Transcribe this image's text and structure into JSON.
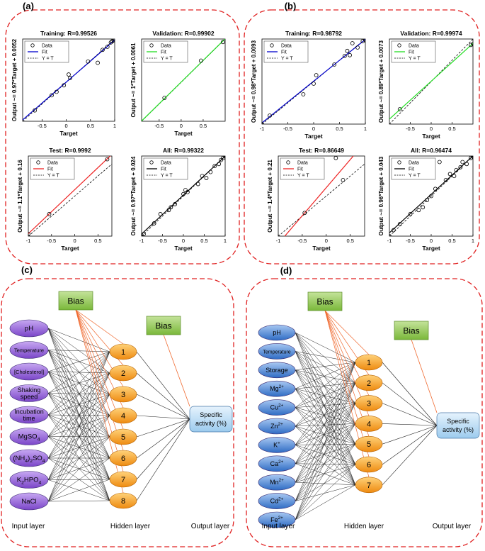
{
  "panel_labels": [
    "(a)",
    "(b)",
    "(c)",
    "(d)"
  ],
  "colors": {
    "dash_border": "#e02020",
    "train_fit": "#0000cc",
    "val_fit": "#22dd22",
    "test_fit": "#ee2222",
    "all_fit": "#000000",
    "input_node": "#8f5fd6",
    "input_node_d": "#4f86d8",
    "hidden_node": "#f39a1c",
    "bias_box": "#8cc63f",
    "output_box": "#a9d3f2",
    "bias_edge": "#f06a30"
  },
  "axis": {
    "xlabel": "Target"
  },
  "legend": {
    "data": "Data",
    "fit": "Fit",
    "yt": "Y = T"
  },
  "chart_data": [
    {
      "type": "scatter",
      "panel": "(a)",
      "title": "Training: R=0.99526",
      "ylabel": "Output ~= 0.97*Target + 0.0052",
      "fit": "train",
      "xlim": [
        -0.9,
        1.0
      ],
      "ylim": [
        -0.9,
        1.0
      ],
      "xticks": [
        -0.5,
        0,
        0.5,
        1
      ],
      "yticks": [],
      "slope": 0.97,
      "intercept": 0.0052,
      "points": [
        [
          -0.65,
          -0.65
        ],
        [
          -0.3,
          -0.3
        ],
        [
          -0.2,
          -0.22
        ],
        [
          -0.05,
          -0.07
        ],
        [
          0.05,
          0.18
        ],
        [
          0.08,
          0.1
        ],
        [
          0.45,
          0.48
        ],
        [
          0.65,
          0.45
        ],
        [
          0.75,
          0.75
        ],
        [
          0.85,
          0.82
        ],
        [
          0.92,
          0.92
        ],
        [
          0.95,
          0.95
        ],
        [
          0.98,
          0.97
        ],
        [
          1.0,
          1.0
        ]
      ]
    },
    {
      "type": "scatter",
      "panel": "(a)",
      "title": "Validation: R=0.99902",
      "ylabel": "Output ~= 1*Target + 0.0061",
      "fit": "val",
      "xlim": [
        -0.9,
        1.0
      ],
      "ylim": [
        -0.9,
        1.0
      ],
      "xticks": [
        -0.5,
        0,
        0.5
      ],
      "yticks": [],
      "slope": 1,
      "intercept": 0.0061,
      "points": [
        [
          -0.38,
          -0.36
        ],
        [
          0.45,
          0.5
        ],
        [
          0.95,
          0.93
        ]
      ]
    },
    {
      "type": "scatter",
      "panel": "(a)",
      "title": "Test: R=0.9992",
      "ylabel": "Output ~= 1.1*Target + 0.16",
      "fit": "test",
      "xlim": [
        -1.0,
        0.8
      ],
      "ylim": [
        -1.0,
        1.0
      ],
      "xticks": [
        -1,
        -0.5,
        0,
        0.5
      ],
      "yticks": [],
      "slope": 1.1,
      "intercept": 0.16,
      "points": [
        [
          -1.0,
          -0.95
        ],
        [
          -0.55,
          -0.45
        ],
        [
          0.7,
          0.92
        ]
      ]
    },
    {
      "type": "scatter",
      "panel": "(a)",
      "title": "All: R=0.99322",
      "ylabel": "Output ~= 0.97*Target + 0.024",
      "fit": "all",
      "xlim": [
        -1.0,
        1.0
      ],
      "ylim": [
        -1.0,
        1.0
      ],
      "xticks": [
        -1,
        -0.5,
        0,
        0.5,
        1
      ],
      "yticks": [],
      "slope": 0.97,
      "intercept": 0.024,
      "points": [
        [
          -1.0,
          -0.98
        ],
        [
          -0.95,
          -0.95
        ],
        [
          -0.7,
          -0.68
        ],
        [
          -0.55,
          -0.45
        ],
        [
          -0.35,
          -0.35
        ],
        [
          -0.3,
          -0.28
        ],
        [
          -0.2,
          -0.2
        ],
        [
          0.0,
          0.05
        ],
        [
          0.05,
          0.15
        ],
        [
          0.1,
          0.1
        ],
        [
          0.35,
          0.3
        ],
        [
          0.45,
          0.5
        ],
        [
          0.55,
          0.45
        ],
        [
          0.65,
          0.6
        ],
        [
          0.75,
          0.75
        ],
        [
          0.85,
          0.8
        ],
        [
          0.9,
          0.9
        ],
        [
          0.95,
          0.95
        ],
        [
          1.0,
          1.0
        ]
      ]
    },
    {
      "type": "scatter",
      "panel": "(b)",
      "title": "Training: R=0.98792",
      "ylabel": "Output ~= 0.98*Target + 0.0093",
      "fit": "train",
      "xlim": [
        -1.0,
        1.0
      ],
      "ylim": [
        -1.0,
        1.0
      ],
      "xticks": [
        -1,
        -0.5,
        0,
        0.5,
        1
      ],
      "yticks": [],
      "slope": 0.98,
      "intercept": 0.0093,
      "points": [
        [
          -1.0,
          -1.0
        ],
        [
          -0.85,
          -0.8
        ],
        [
          -0.2,
          -0.3
        ],
        [
          0.0,
          -0.05
        ],
        [
          0.05,
          0.15
        ],
        [
          0.4,
          0.4
        ],
        [
          0.6,
          0.6
        ],
        [
          0.65,
          0.72
        ],
        [
          0.7,
          0.62
        ],
        [
          0.75,
          0.9
        ],
        [
          0.85,
          0.8
        ],
        [
          0.95,
          0.95
        ],
        [
          1.0,
          0.97
        ]
      ]
    },
    {
      "type": "scatter",
      "panel": "(b)",
      "title": "Validation: R=0.99974",
      "ylabel": "Output ~= 0.89*Target + 0.0073",
      "fit": "val",
      "xlim": [
        -1.0,
        1.0
      ],
      "ylim": [
        -1.0,
        1.0
      ],
      "xticks": [
        -0.5,
        0,
        0.5
      ],
      "yticks": [],
      "slope": 0.89,
      "intercept": 0.0073,
      "points": [
        [
          -0.75,
          -0.65
        ],
        [
          0.95,
          0.86
        ],
        [
          1.0,
          0.88
        ]
      ]
    },
    {
      "type": "scatter",
      "panel": "(b)",
      "title": "Test: R=0.86649",
      "ylabel": "Output ~= 1.4*Target + 0.21",
      "fit": "test",
      "xlim": [
        -1.0,
        0.8
      ],
      "ylim": [
        -1.0,
        1.0
      ],
      "xticks": [
        -1,
        -0.5,
        0,
        0.5
      ],
      "yticks": [],
      "slope": 1.4,
      "intercept": 0.21,
      "points": [
        [
          -0.45,
          -0.42
        ],
        [
          0.2,
          0.95
        ],
        [
          0.35,
          0.4
        ]
      ]
    },
    {
      "type": "scatter",
      "panel": "(b)",
      "title": "All: R=0.96474",
      "ylabel": "Output ~= 0.96*Target + 0.043",
      "fit": "all",
      "xlim": [
        -1.0,
        1.0
      ],
      "ylim": [
        -1.0,
        1.0
      ],
      "xticks": [
        -1,
        -0.5,
        0,
        0.5,
        1
      ],
      "yticks": [],
      "slope": 0.96,
      "intercept": 0.043,
      "points": [
        [
          -1.0,
          -1.0
        ],
        [
          -0.9,
          -0.85
        ],
        [
          -0.75,
          -0.7
        ],
        [
          -0.5,
          -0.45
        ],
        [
          -0.3,
          -0.35
        ],
        [
          -0.2,
          -0.28
        ],
        [
          -0.1,
          -0.1
        ],
        [
          0.0,
          0.0
        ],
        [
          0.1,
          0.18
        ],
        [
          0.2,
          0.85
        ],
        [
          0.35,
          0.4
        ],
        [
          0.45,
          0.55
        ],
        [
          0.55,
          0.5
        ],
        [
          0.6,
          0.65
        ],
        [
          0.7,
          0.72
        ],
        [
          0.75,
          0.85
        ],
        [
          0.85,
          0.8
        ],
        [
          0.95,
          0.95
        ],
        [
          1.0,
          0.98
        ]
      ]
    }
  ],
  "networks": [
    {
      "panel": "(c)",
      "inputs": [
        "pH",
        "Temperature",
        "[Cholesterol]",
        "Shaking speed",
        "Incubation time",
        "MgSO4",
        "(NH4)2SO4",
        "K2HPO4",
        "NaCl"
      ],
      "hidden": [
        "1",
        "2",
        "3",
        "4",
        "5",
        "6",
        "7",
        "8"
      ],
      "bias": "Bias",
      "output": "Specific activity (%)",
      "layers": [
        "Input layer",
        "Hidden layer",
        "Output layer"
      ]
    },
    {
      "panel": "(d)",
      "inputs": [
        "pH",
        "Temperature",
        "Storage",
        "Mg2+",
        "Cu2+",
        "Zn2+",
        "K+",
        "Ca2+",
        "Mn2+",
        "Cd2+",
        "Fe2+"
      ],
      "hidden": [
        "1",
        "2",
        "3",
        "4",
        "5",
        "6",
        "7"
      ],
      "bias": "Bias",
      "output": "Specific activity (%)",
      "layers": [
        "Input layer",
        "Hidden layer",
        "Output layer"
      ]
    }
  ]
}
